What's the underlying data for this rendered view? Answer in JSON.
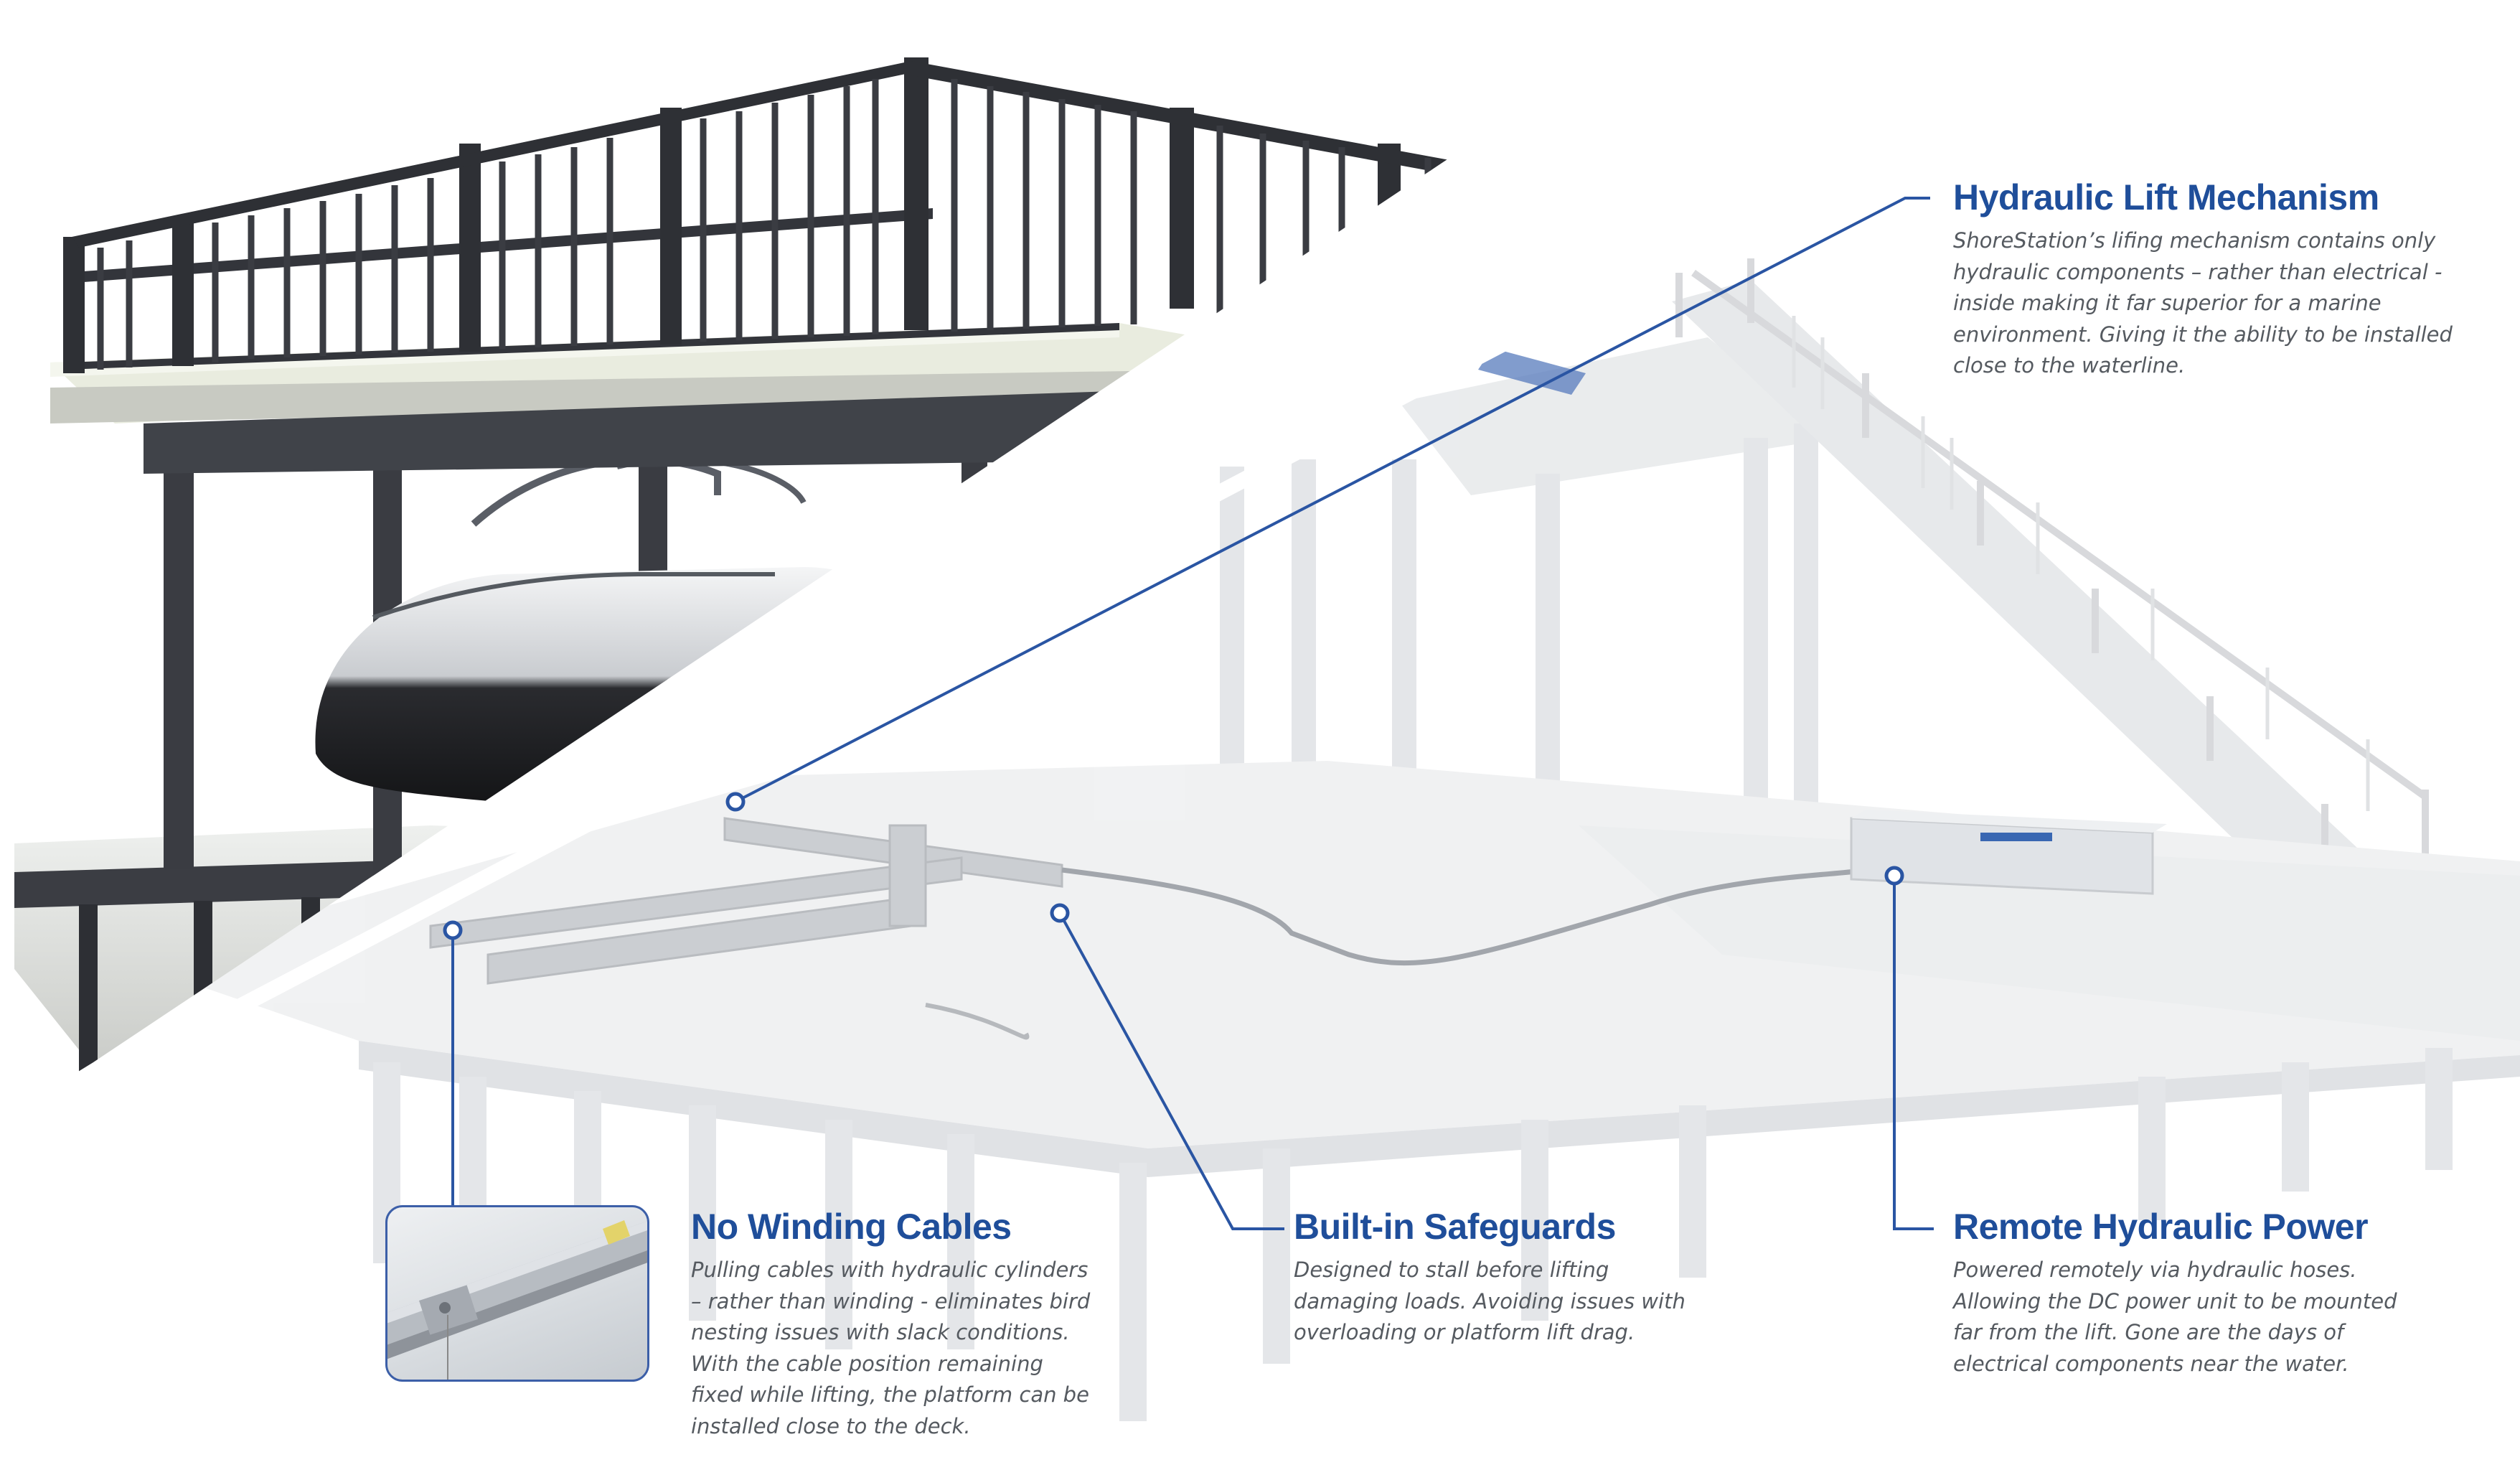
{
  "callouts": {
    "hydraulic_lift": {
      "title": "Hydraulic  Lift Mechanism",
      "body": "ShoreStation’s lifing mechanism contains only hydraulic components – rather than electrical - inside making it far superior for a marine environment.  Giving it the ability to be installed close to the waterline."
    },
    "no_winding_cables": {
      "title": "No Winding Cables",
      "body": "Pulling cables with hydraulic cylinders – rather than winding - eliminates bird nesting issues with slack conditions. With the cable position remaining fixed while lifting, the platform can be installed close to the deck."
    },
    "built_in_safeguards": {
      "title": "Built-in Safeguards",
      "body": "Designed to stall before lifting damaging loads. Avoiding issues with overloading or platform lift drag."
    },
    "remote_hydraulic_power": {
      "title": "Remote Hydraulic Power",
      "body": "Powered remotely via hydraulic hoses. Allowing the DC power unit to be mounted far from the lift. Gone are the days of electrical components near the water."
    }
  },
  "colors": {
    "accent": "#1f4e9a",
    "body_text": "#555a60",
    "deck_dark": "#3d4047",
    "deck_light": "#e8eaec",
    "ghost_structure": "#d7d9dc"
  },
  "icons": {
    "callout_marker": "hollow-circle-icon"
  }
}
